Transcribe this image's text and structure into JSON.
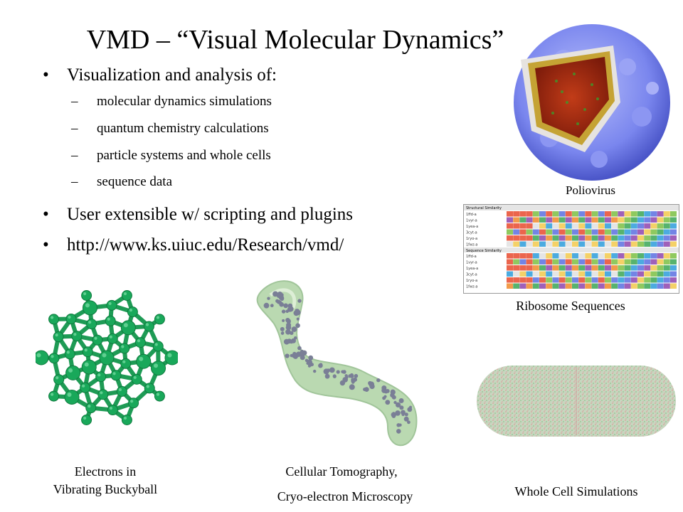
{
  "slide": {
    "title": "VMD – “Visual Molecular Dynamics”",
    "bullets": [
      "Visualization and analysis of:",
      "User extensible w/ scripting and plugins",
      "http://www.ks.uiuc.edu/Research/vmd/"
    ],
    "bullet_symbol": "•",
    "dash_symbol": "–",
    "sub_bullets": [
      "molecular dynamics simulations",
      "quantum chemistry calculations",
      "particle systems and whole cells",
      "sequence data"
    ]
  },
  "captions": {
    "poliovirus": "Poliovirus",
    "ribosome": "Ribosome Sequences",
    "bucky_line1": "Electrons in",
    "bucky_line2": "Vibrating Buckyball",
    "tomo_line1": "Cellular Tomography,",
    "tomo_line2": "Cryo-electron Microscopy",
    "wholecell": "Whole Cell Simulations"
  },
  "sequence_panel": {
    "header_structural": "Structural Similarity",
    "header_sequence": "Sequence Similarity",
    "row_labels": [
      "1ffd-a",
      "1vyr-a",
      "1yea-a",
      "3cyt-a",
      "1ryo-a",
      "1fwz-a"
    ]
  },
  "colors": {
    "virus_blue": "#7a86ee",
    "virus_core": "#a22a12",
    "bucky_green": "#19a85a",
    "tomo_tube": "#b7d7ad",
    "cell_fill": "#c7d6bf"
  }
}
